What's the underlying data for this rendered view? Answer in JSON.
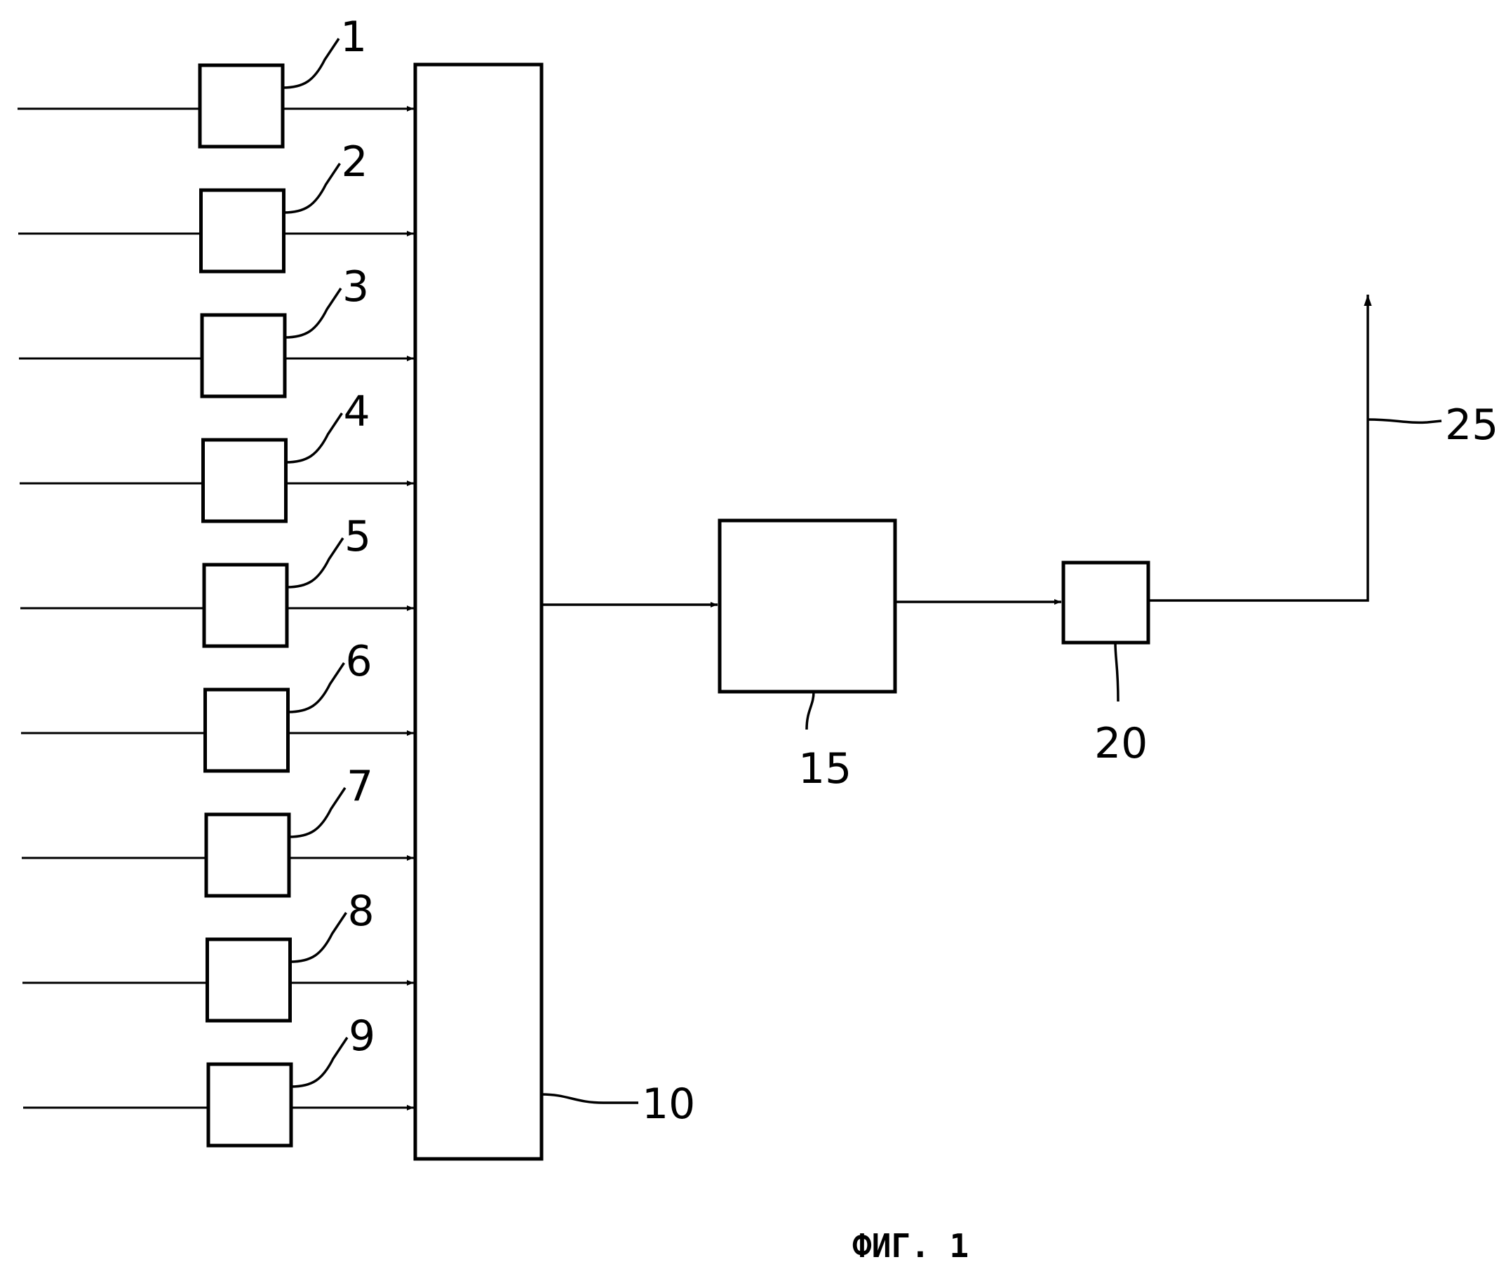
{
  "figure": {
    "caption": "ФИГ. 1"
  },
  "input_blocks": [
    {
      "label": "1"
    },
    {
      "label": "2"
    },
    {
      "label": "3"
    },
    {
      "label": "4"
    },
    {
      "label": "5"
    },
    {
      "label": "6"
    },
    {
      "label": "7"
    },
    {
      "label": "8"
    },
    {
      "label": "9"
    }
  ],
  "bus_block": {
    "label": "10"
  },
  "processing_block": {
    "label": "15"
  },
  "output_block": {
    "label": "20"
  },
  "output_signal": {
    "label": "25"
  }
}
